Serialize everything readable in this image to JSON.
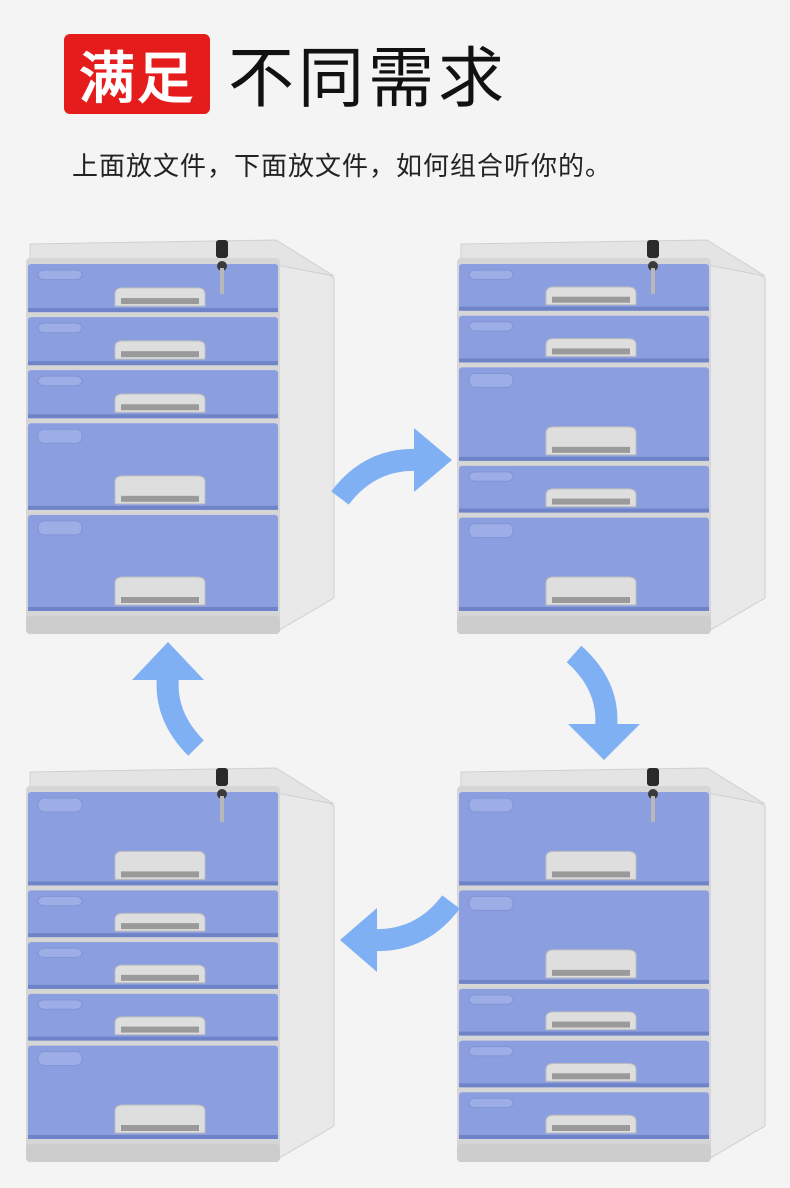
{
  "header": {
    "badge_text": "满足",
    "headline": "不同需求",
    "subtitle": "上面放文件，下面放文件，如何组合听你的。"
  },
  "colors": {
    "badge": "#e51c1c",
    "drawer_front": "#8b9fe0",
    "cabinet_body": "#dcdcdc",
    "arrow": "#7fb0f3"
  },
  "cabinets": [
    {
      "position": "top-left",
      "drawers": [
        "small",
        "small",
        "small",
        "medium",
        "large"
      ]
    },
    {
      "position": "top-right",
      "drawers": [
        "small",
        "small",
        "large",
        "small",
        "large"
      ]
    },
    {
      "position": "bottom-right",
      "drawers": [
        "large",
        "large",
        "small",
        "small",
        "small"
      ]
    },
    {
      "position": "bottom-left",
      "drawers": [
        "large",
        "small",
        "small",
        "small",
        "large"
      ]
    }
  ],
  "arrows": [
    {
      "name": "arrow-right",
      "direction": "right"
    },
    {
      "name": "arrow-down",
      "direction": "down"
    },
    {
      "name": "arrow-left",
      "direction": "left"
    },
    {
      "name": "arrow-up",
      "direction": "up"
    }
  ]
}
